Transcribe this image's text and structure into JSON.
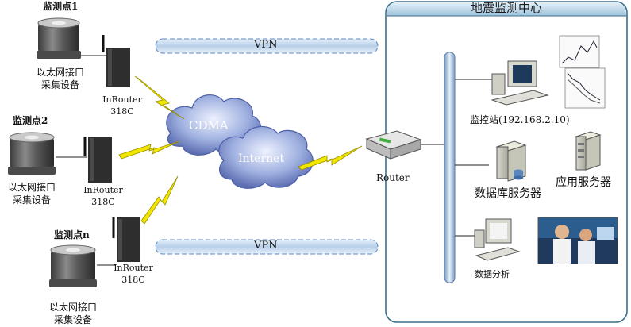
{
  "center": {
    "title": "地震监测中心",
    "monitor_station": "监控站(192.168.2.10)",
    "db_server": "数据库服务器",
    "app_server": "应用服务器",
    "data_analysis": "数据分析"
  },
  "network": {
    "vpn_top": "VPN",
    "vpn_bottom": "VPN",
    "cdma": "CDMA",
    "internet": "Internet",
    "router": "Router"
  },
  "sites": [
    {
      "name": "监测点1",
      "device_line1": "以太网接口",
      "device_line2": "采集设备",
      "router_line1": "InRouter",
      "router_line2": "318C"
    },
    {
      "name": "监测点2",
      "device_line1": "以太网接口",
      "device_line2": "采集设备",
      "router_line1": "InRouter",
      "router_line2": "318C"
    },
    {
      "name": "监测点n",
      "device_line1": "以太网接口",
      "device_line2": "采集设备",
      "router_line1": "InRouter",
      "router_line2": "318C"
    }
  ],
  "colors": {
    "center_border": "#3a6f8c",
    "center_header": "#b8d4e6",
    "vpn_tube": "#cfe2f3",
    "cloud": "#8fa3d6",
    "lightning": "#f2e600",
    "backbone": "#b9cde6"
  }
}
